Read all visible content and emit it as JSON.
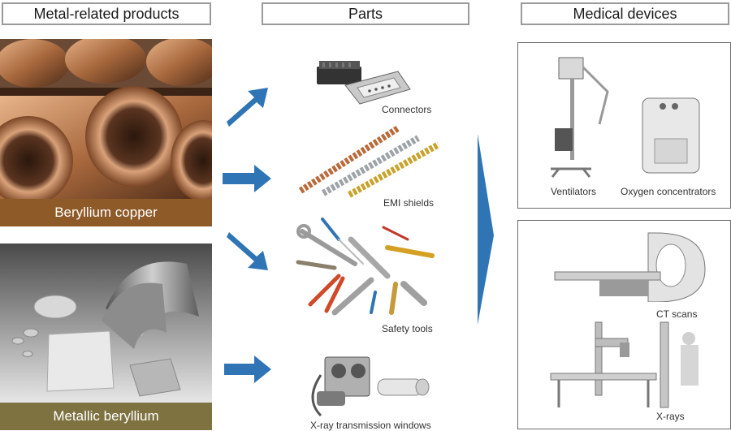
{
  "headers": {
    "metal": "Metal-related products",
    "parts": "Parts",
    "medical": "Medical devices"
  },
  "products": {
    "beryllium_copper": "Beryllium copper",
    "metallic_beryllium": "Metallic beryllium"
  },
  "parts": {
    "connectors": "Connectors",
    "emi_shields": "EMI shields",
    "safety_tools": "Safety tools",
    "xray_windows": "X-ray transmission windows"
  },
  "medical": {
    "ventilators": "Ventilators",
    "oxygen": "Oxygen concentrators",
    "ct": "CT scans",
    "xrays": "X-rays"
  },
  "colors": {
    "arrow_blue": "#2f75b5",
    "copper_caption": "#8e5a28",
    "beryllium_caption": "#7d7240",
    "box_border": "#6b6b6b"
  }
}
